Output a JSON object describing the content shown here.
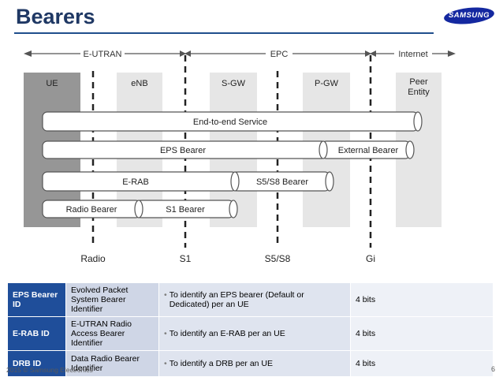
{
  "slide": {
    "title": "Bearers",
    "logo_text": "SAMSUNG",
    "footer": "2015 © Samsung Electronics",
    "page_number": "6"
  },
  "diagram": {
    "domains": [
      "E-UTRAN",
      "EPC",
      "Internet"
    ],
    "nodes": [
      "UE",
      "eNB",
      "S-GW",
      "P-GW",
      "Peer Entity"
    ],
    "bearers": {
      "end_to_end": "End-to-end Service",
      "eps": "EPS Bearer",
      "external": "External Bearer",
      "erab": "E-RAB",
      "s5s8": "S5/S8 Bearer",
      "radio": "Radio Bearer",
      "s1": "S1 Bearer"
    },
    "interfaces": [
      "Radio",
      "S1",
      "S5/S8",
      "Gi"
    ]
  },
  "table": {
    "rows": [
      {
        "id": "EPS Bearer ID",
        "name": "Evolved Packet System Bearer Identifier",
        "purpose": "To identify an EPS bearer (Default or Dedicated) per an UE",
        "size": "4 bits"
      },
      {
        "id": "E-RAB ID",
        "name": "E-UTRAN Radio Access Bearer Identifier",
        "purpose": "To identify an E-RAB per an UE",
        "size": "4 bits"
      },
      {
        "id": "DRB ID",
        "name": "Data Radio Bearer Identifier",
        "purpose": "To identify a DRB per an UE",
        "size": "4 bits"
      }
    ]
  },
  "colors": {
    "title": "#1f3864",
    "header_cell": "#1f4e9a",
    "logo": "#1428a0"
  }
}
